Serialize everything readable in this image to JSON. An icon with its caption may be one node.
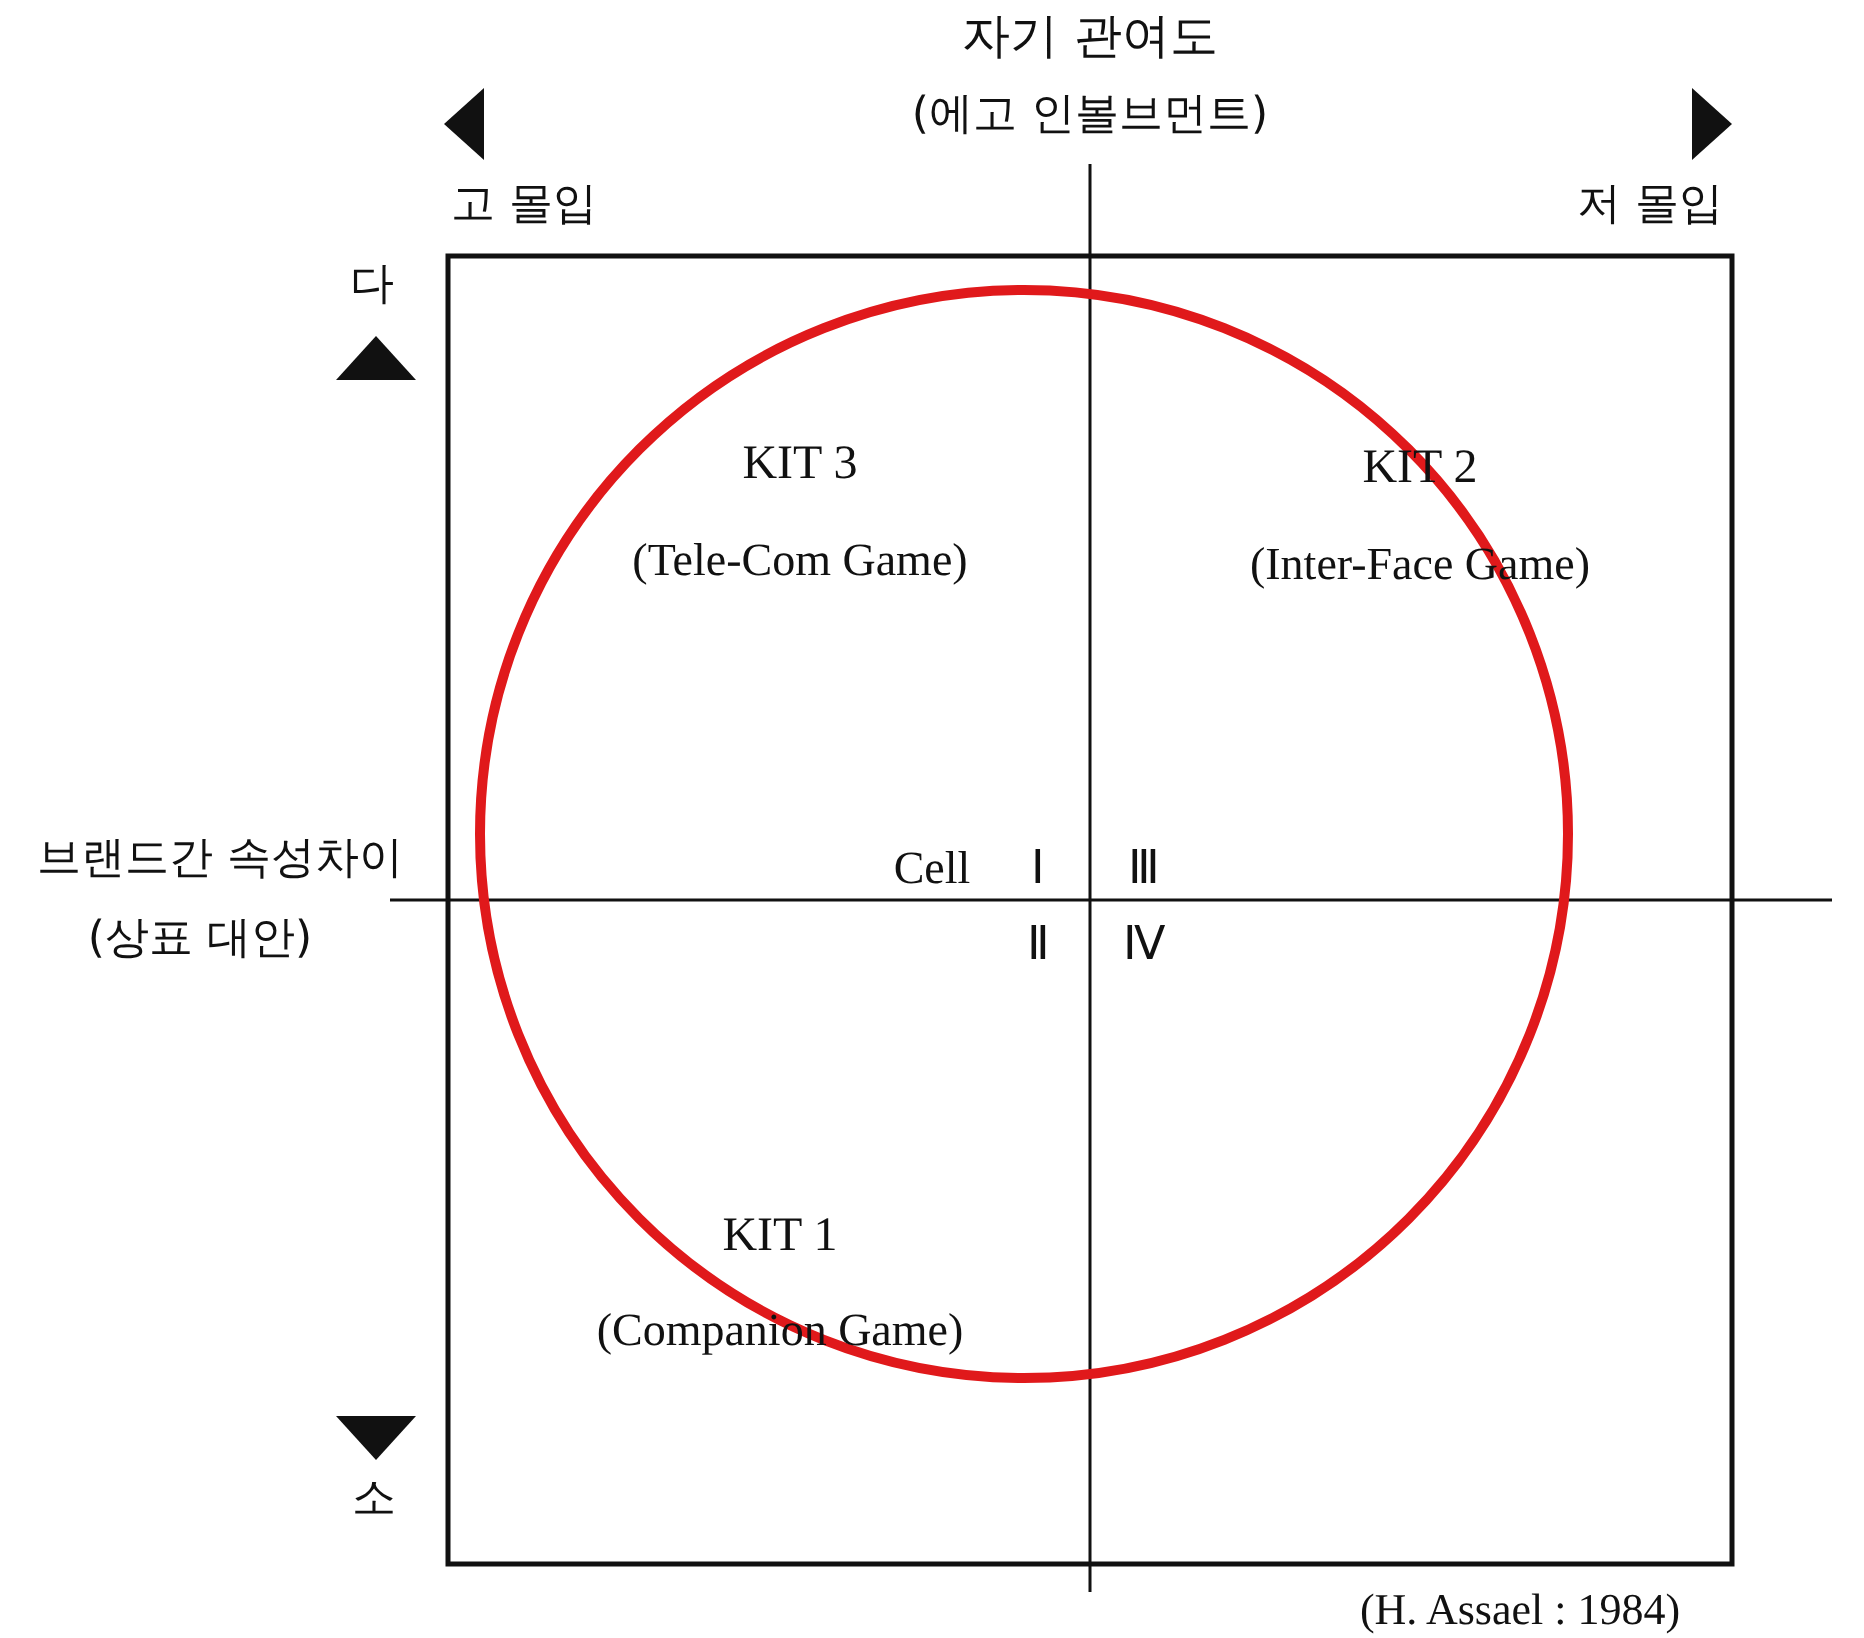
{
  "diagram": {
    "labels": [
      "자기 관여도",
      "(에고 인볼브먼트)",
      "고 몰입",
      "저 몰입",
      "다",
      "KIT 3",
      "(Tele-Com Game)",
      "KIT 2",
      "(Inter-Face Game)",
      "브랜드간 속성차이",
      "(상표 대안)",
      "Cell",
      "Ⅰ",
      "Ⅲ",
      "Ⅱ",
      "Ⅳ",
      "KIT 1",
      "(Companion Game)",
      "소",
      "(H. Assael : 1984)"
    ]
  }
}
